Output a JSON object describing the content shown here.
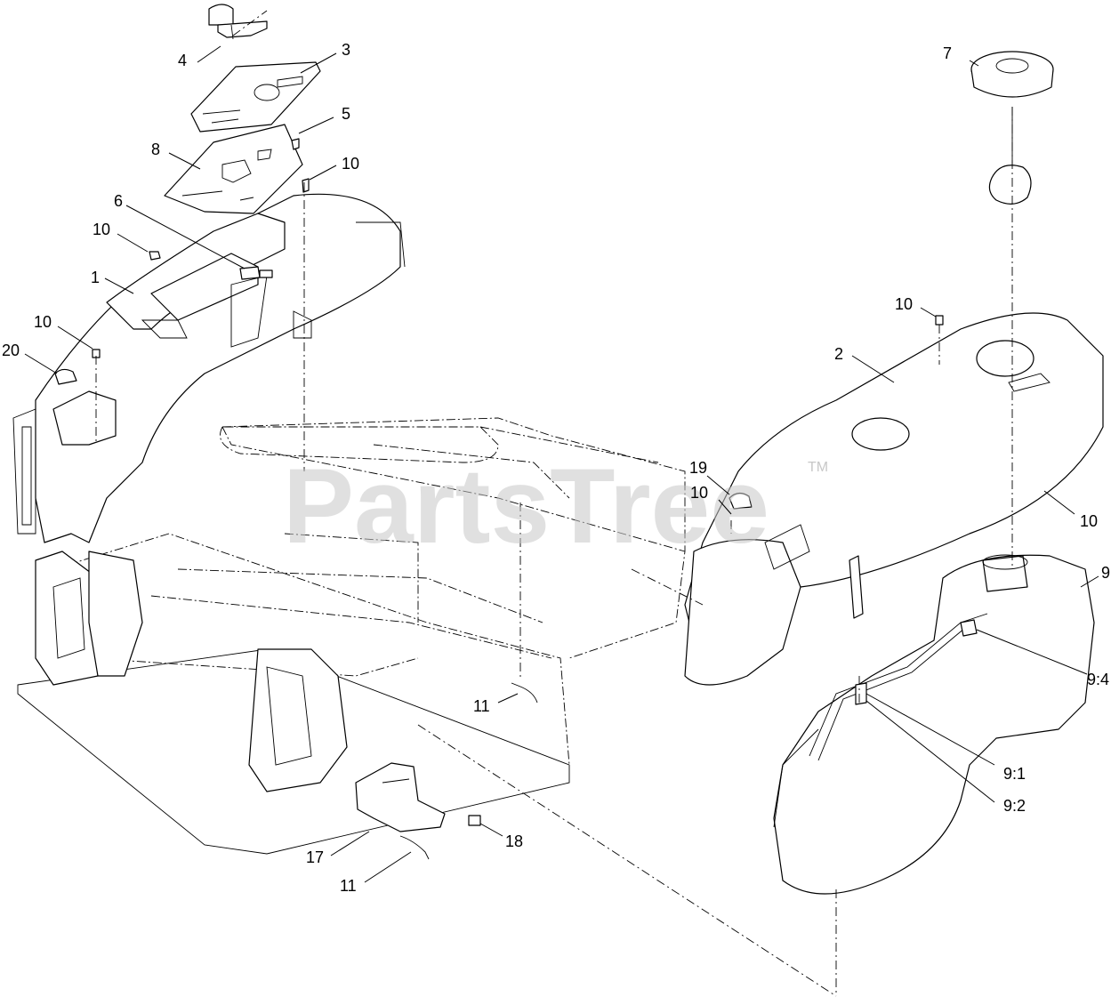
{
  "watermark": {
    "text": "PartsTree",
    "tm": "TM"
  },
  "callouts": {
    "c1": "1",
    "c2": "2",
    "c3": "3",
    "c4": "4",
    "c5": "5",
    "c6": "6",
    "c7": "7",
    "c8": "8",
    "c9": "9",
    "c10a": "10",
    "c10b": "10",
    "c10c": "10",
    "c10d": "10",
    "c10e": "10",
    "c10f": "10",
    "c11a": "11",
    "c11b": "11",
    "c17": "17",
    "c18": "18",
    "c19": "19",
    "c20": "20",
    "c9_1": "9:1",
    "c9_2": "9:2",
    "c9_4": "9:4"
  }
}
